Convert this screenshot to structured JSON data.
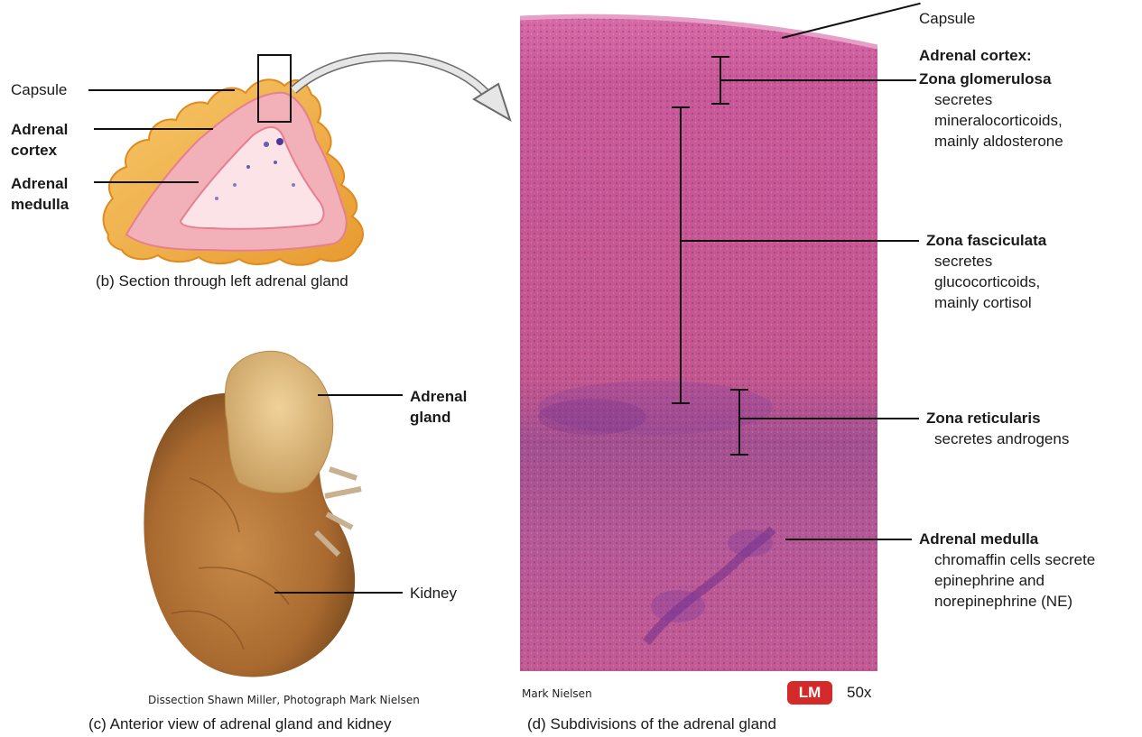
{
  "panel_b": {
    "labels": {
      "capsule": "Capsule",
      "cortex_1": "Adrenal",
      "cortex_2": "cortex",
      "medulla_1": "Adrenal",
      "medulla_2": "medulla"
    },
    "caption": "(b) Section through left adrenal gland"
  },
  "panel_c": {
    "labels": {
      "gland_1": "Adrenal",
      "gland_2": "gland",
      "kidney": "Kidney"
    },
    "credit": "Dissection Shawn Miller, Photograph Mark Nielsen",
    "caption": "(c) Anterior view of adrenal gland and kidney"
  },
  "panel_d": {
    "capsule": "Capsule",
    "cortex_heading": "Adrenal cortex:",
    "zones": [
      {
        "name": "Zona glomerulosa",
        "desc": [
          "secretes",
          "mineralocorticoids,",
          "mainly aldosterone"
        ]
      },
      {
        "name": "Zona fasciculata",
        "desc": [
          "secretes",
          "glucocorticoids,",
          "mainly cortisol"
        ]
      },
      {
        "name": "Zona reticularis",
        "desc": [
          "secretes androgens"
        ]
      },
      {
        "name": "Adrenal medulla",
        "desc": [
          "chromaffin cells secrete",
          "epinephrine and",
          "norepinephrine (NE)"
        ]
      }
    ],
    "credit": "Mark Nielsen",
    "badge": "LM",
    "magnification": "50x",
    "caption": "(d) Subdivisions of the adrenal gland"
  },
  "colors": {
    "tissue_pink": "#c9508f",
    "tissue_purple": "#7a3a9a",
    "gland_orange": "#f0b04a",
    "gland_pink": "#f2b9c0",
    "kidney_brown": "#b8793a",
    "badge_red": "#d42a2a"
  }
}
